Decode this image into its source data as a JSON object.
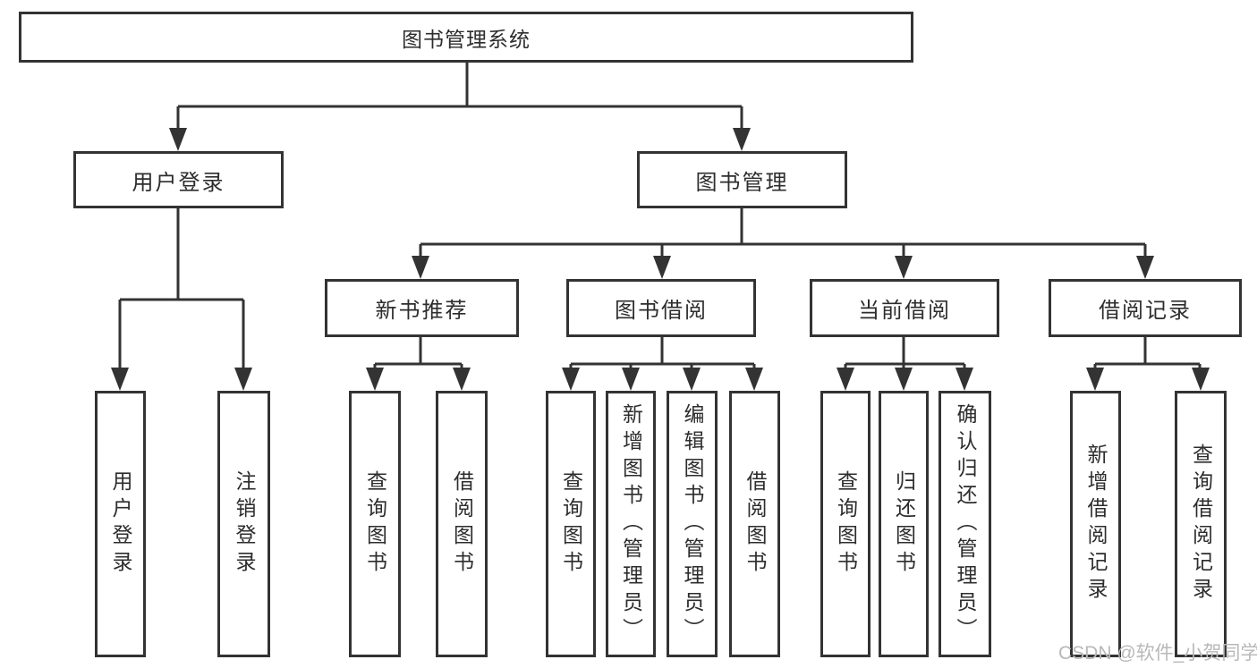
{
  "diagram": {
    "root": "图书管理系统",
    "branches": {
      "user_login": {
        "label": "用户登录",
        "leaves": [
          "用户登录",
          "注销登录"
        ]
      },
      "book_mgmt": {
        "label": "图书管理",
        "children": [
          {
            "label": "新书推荐",
            "leaves": [
              "查询图书",
              "借阅图书"
            ]
          },
          {
            "label": "图书借阅",
            "leaves": [
              "查询图书",
              "新增图书（管理员）",
              "编辑图书（管理员）",
              "借阅图书"
            ]
          },
          {
            "label": "当前借阅",
            "leaves": [
              "查询图书",
              "归还图书",
              "确认归还（管理员）"
            ]
          },
          {
            "label": "借阅记录",
            "leaves": [
              "新增借阅记录",
              "查询借阅记录"
            ]
          }
        ]
      }
    }
  },
  "watermark": "CSDN @软件_小贺同学",
  "colors": {
    "line": "#333333",
    "text": "#2d2d2d",
    "watermark": "#b8b8b8",
    "background": "#ffffff"
  }
}
